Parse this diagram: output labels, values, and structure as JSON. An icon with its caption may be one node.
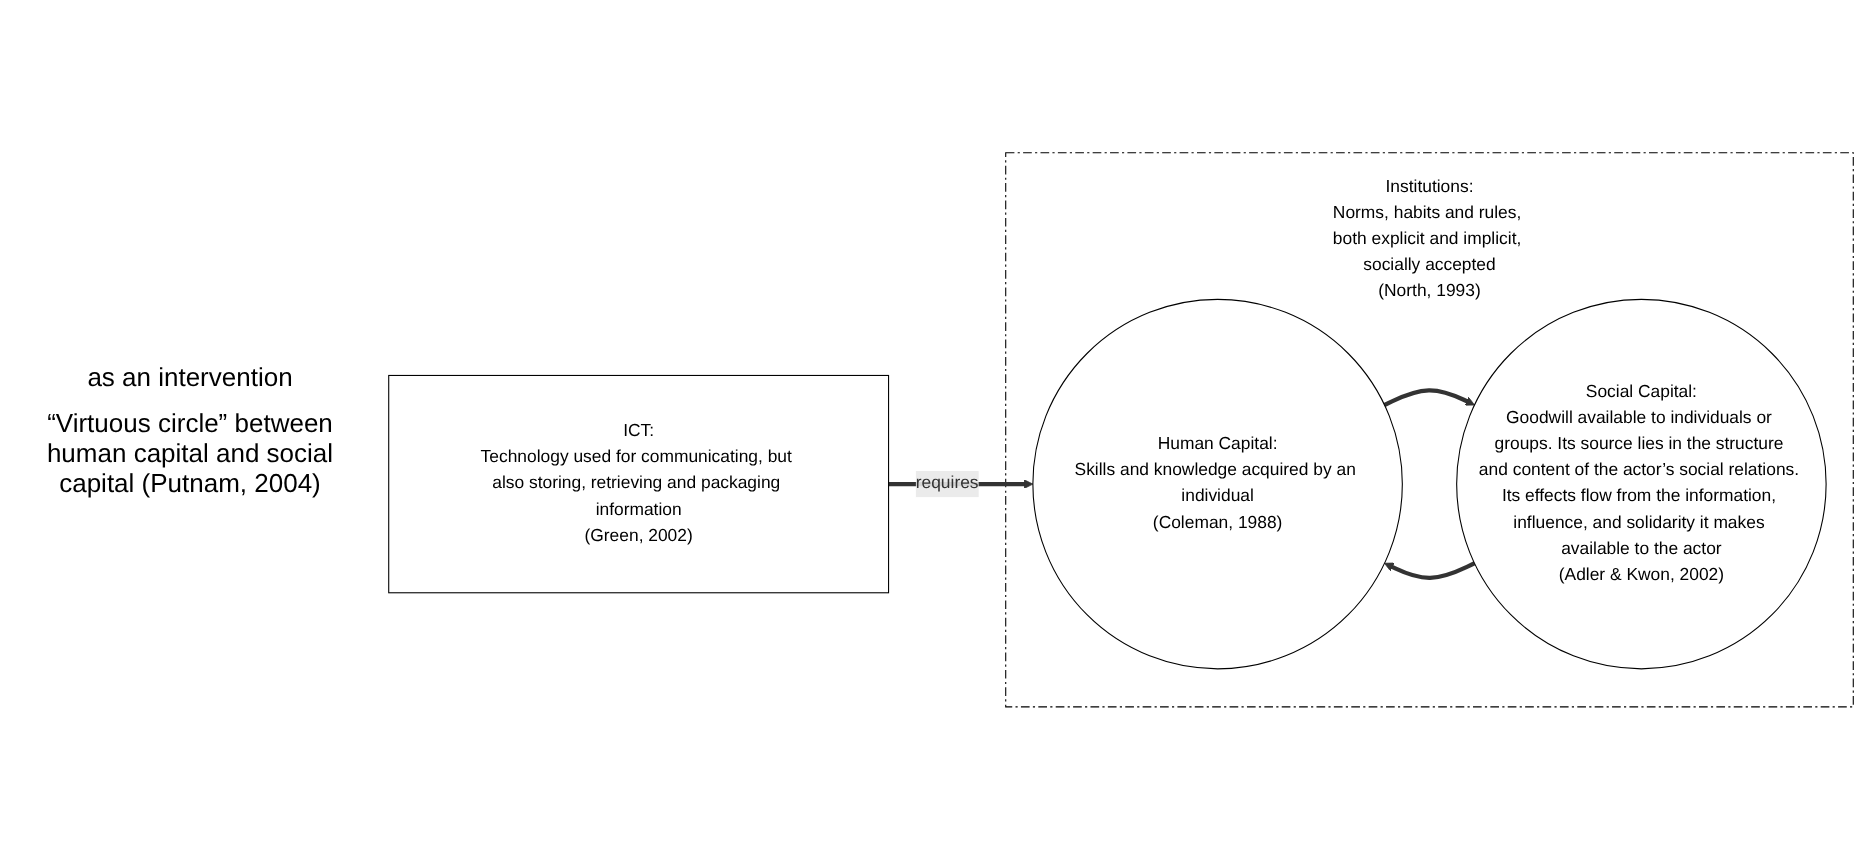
{
  "diagram": {
    "nodes": [
      {
        "text": [
          "ICT:",
          "Technology used for communicating, but also storing, retrieving and packaging information",
          "(Green, 2002)"
        ],
        "beside": [
          "as an intervention"
        ]
      },
      {
        "text": [
          "Institutions:",
          "Norms, habits and rules, both explicit and implicit, socially accepted",
          "(North, 1993)"
        ]
      },
      {
        "text": [
          "Human Capital:",
          "Skills and knowledge acquired by an individual",
          "(Coleman, 1988)"
        ],
        "in": 1
      },
      {
        "text": [
          "Social Capital:",
          "Goodwill available to individuals or groups. Its source lies in the structure and content of the actor’s social relations. Its effects flow from the information, influence, and solidarity it makes available to the actor",
          "(Adler & Kwon, 2002)"
        ],
        "in": 1
      }
    ],
    "edges": [
      {
        "from": 0,
        "to": 2,
        "arrow": "to",
        "label": "requires"
      },
      {
        "from": 2,
        "to": 3,
        "arrow": "to"
      },
      {
        "from": 3,
        "to": 2,
        "arrow": "to"
      }
    ],
    "labels": [
      "“Virtuous circle” between human capital and social capital (Putnam, 2004)"
    ]
  }
}
